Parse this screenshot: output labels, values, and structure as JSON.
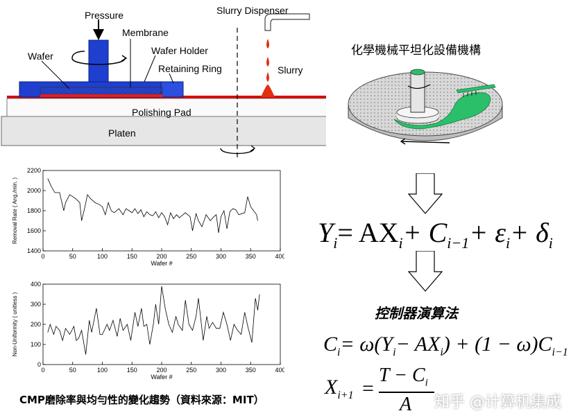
{
  "schematic": {
    "pressure": "Pressure",
    "membrane": "Membrane",
    "wafer": "Wafer",
    "wafer_holder": "Wafer Holder",
    "retaining_ring": "Retaining Ring",
    "slurry_dispenser": "Slurry Dispenser",
    "slurry": "Slurry",
    "polishing_pad": "Polishing Pad",
    "platen": "Platen"
  },
  "equipment_title": "化學機械平坦化設備機構",
  "equation_main": {
    "lhs": "Y",
    "lhs_sub": "i",
    "rhs_a": "= AX",
    "rhs_a_sub": "i",
    "rhs_b": "+ C",
    "rhs_b_sub": "i−1",
    "rhs_c": "+ ε",
    "rhs_c_sub": "i",
    "rhs_d": "+ δ",
    "rhs_d_sub": "i"
  },
  "algorithm_title": "控制器演算法",
  "equation_c": {
    "lhs": "C",
    "lhs_sub": "i",
    "rhs_1": "= ω(Y",
    "rhs_1_sub": "i",
    "rhs_2": "− AX",
    "rhs_2_sub": "i",
    "rhs_3": ") + (1 − ω)C",
    "rhs_3_sub": "i−1"
  },
  "equation_x": {
    "lhs": "X",
    "lhs_sub": "i+1",
    "eq": "=",
    "numerator": "T − C",
    "numerator_sub": "i",
    "denominator": "A"
  },
  "caption": "CMP磨除率與均勻性的變化趨勢（資料來源：MIT）",
  "watermark": "知乎 @计算机集成",
  "colors": {
    "holder_blue": "#1f3fcf",
    "pad_red": "#d01010",
    "slurry_red": "#e03010",
    "pad_green": "#2bbf6a",
    "platen_gray": "#d8d8d8"
  },
  "chart_data": [
    {
      "type": "line",
      "ylabel": "Removal Rate ( Ang./min. )",
      "xlabel": "Wafer #",
      "xlim": [
        0,
        400
      ],
      "ylim": [
        1400,
        2200
      ],
      "xticks": [
        0,
        50,
        100,
        150,
        200,
        250,
        300,
        350,
        400
      ],
      "yticks": [
        1400,
        1600,
        1800,
        2000,
        2200
      ],
      "x": [
        8,
        14,
        20,
        28,
        35,
        38,
        45,
        55,
        62,
        65,
        70,
        75,
        80,
        88,
        95,
        100,
        105,
        110,
        115,
        120,
        128,
        135,
        140,
        145,
        150,
        155,
        160,
        165,
        170,
        175,
        180,
        185,
        190,
        195,
        200,
        205,
        210,
        215,
        220,
        225,
        230,
        240,
        248,
        252,
        258,
        262,
        268,
        275,
        282,
        288,
        292,
        296,
        300,
        305,
        310,
        315,
        320,
        325,
        330,
        340,
        345,
        350,
        360,
        362
      ],
      "y": [
        2120,
        2040,
        1980,
        1980,
        1800,
        1880,
        1960,
        1920,
        1880,
        1700,
        1820,
        1960,
        1920,
        1880,
        1860,
        1840,
        1760,
        1880,
        1800,
        1780,
        1820,
        1760,
        1820,
        1800,
        1780,
        1820,
        1770,
        1810,
        1740,
        1790,
        1760,
        1750,
        1790,
        1730,
        1780,
        1740,
        1660,
        1780,
        1720,
        1760,
        1730,
        1780,
        1740,
        1600,
        1770,
        1700,
        1640,
        1760,
        1700,
        1740,
        1760,
        1580,
        1740,
        1800,
        1620,
        1790,
        1820,
        1810,
        1760,
        1780,
        1940,
        1840,
        1760,
        1700
      ]
    },
    {
      "type": "line",
      "ylabel": "Non-Uniformity ( unitless )",
      "xlabel": "Wafer #",
      "xlim": [
        0,
        400
      ],
      "ylim": [
        0,
        400
      ],
      "xticks": [
        0,
        50,
        100,
        150,
        200,
        250,
        300,
        350,
        400
      ],
      "yticks": [
        0,
        100,
        200,
        300,
        400
      ],
      "x": [
        8,
        12,
        18,
        22,
        28,
        33,
        38,
        45,
        52,
        56,
        60,
        65,
        72,
        78,
        82,
        90,
        96,
        100,
        108,
        112,
        118,
        125,
        130,
        135,
        142,
        148,
        155,
        160,
        166,
        170,
        175,
        180,
        186,
        190,
        195,
        200,
        206,
        212,
        218,
        224,
        228,
        235,
        240,
        246,
        252,
        258,
        262,
        270,
        276,
        280,
        286,
        292,
        298,
        304,
        310,
        316,
        322,
        328,
        334,
        340,
        346,
        352,
        358,
        362,
        365
      ],
      "y": [
        160,
        200,
        150,
        190,
        170,
        120,
        180,
        150,
        190,
        120,
        130,
        170,
        50,
        220,
        160,
        280,
        150,
        150,
        200,
        170,
        220,
        140,
        230,
        170,
        200,
        120,
        260,
        190,
        280,
        190,
        200,
        100,
        200,
        300,
        200,
        390,
        280,
        200,
        160,
        240,
        200,
        170,
        320,
        200,
        170,
        240,
        330,
        120,
        240,
        180,
        210,
        180,
        180,
        260,
        200,
        120,
        200,
        170,
        150,
        260,
        180,
        110,
        330,
        270,
        350
      ]
    }
  ]
}
